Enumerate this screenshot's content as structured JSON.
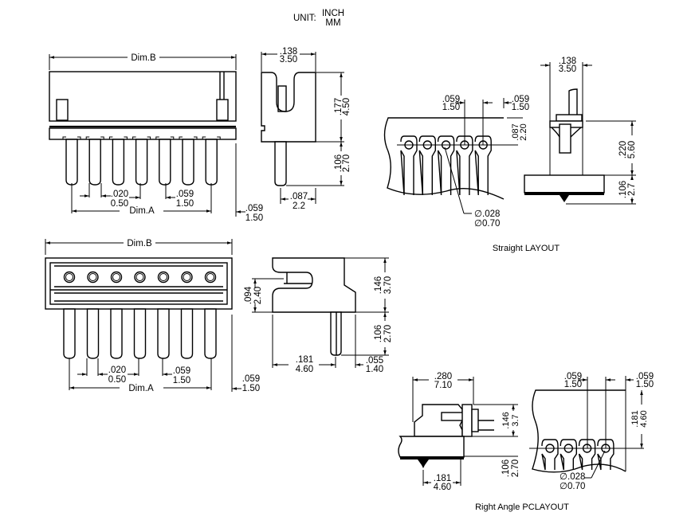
{
  "units": {
    "label": "UNIT:",
    "primary": "INCH",
    "secondary": "MM"
  },
  "top_front_view": {
    "dim_b": "Dim.B",
    "dim_a": "Dim.A",
    "pin_width": {
      "inch": ".020",
      "mm": "0.50"
    },
    "pitch": {
      "inch": ".059",
      "mm": "1.50"
    },
    "edge_offset": {
      "inch": ".059",
      "mm": "1.50"
    },
    "pin_count": 7
  },
  "top_side_view": {
    "width": {
      "inch": ".138",
      "mm": "3.50"
    },
    "body_height": {
      "inch": ".177",
      "mm": "4.50"
    },
    "pin_length": {
      "inch": ".106",
      "mm": "2.70"
    },
    "pin_offset": {
      "inch": ".087",
      "mm": "2.2"
    }
  },
  "straight_layout": {
    "caption": "Straight LAYOUT",
    "pitch": {
      "inch": ".059",
      "mm": "1.50"
    },
    "edge_offset": {
      "inch": ".059",
      "mm": "1.50"
    },
    "row_offset": {
      "inch": ".087",
      "mm": "2.20"
    },
    "hole_diameter": {
      "inch": "∅.028",
      "mm": "∅0.70"
    },
    "pad_count": 5
  },
  "straight_mount_view": {
    "width": {
      "inch": ".138",
      "mm": "3.50"
    },
    "height": {
      "inch": ".220",
      "mm": "5.60"
    },
    "pin_length": {
      "inch": ".106",
      "mm": "2.7"
    }
  },
  "bottom_front_view": {
    "dim_b": "Dim.B",
    "dim_a": "Dim.A",
    "pin_width": {
      "inch": ".020",
      "mm": "0.50"
    },
    "pitch": {
      "inch": ".059",
      "mm": "1.50"
    },
    "edge_offset": {
      "inch": ".059",
      "mm": "1.50"
    },
    "pin_count": 7
  },
  "bottom_side_view": {
    "slot_height": {
      "inch": ".094",
      "mm": "2.40"
    },
    "body_height": {
      "inch": ".146",
      "mm": "3.70"
    },
    "pin_length": {
      "inch": ".106",
      "mm": "2.70"
    },
    "pin_offset": {
      "inch": ".181",
      "mm": "4.60"
    },
    "pin_edge": {
      "inch": ".055",
      "mm": "1.40"
    }
  },
  "right_angle_mount_view": {
    "length": {
      "inch": ".280",
      "mm": "7.10"
    },
    "height": {
      "inch": ".146",
      "mm": "3.7"
    },
    "pin_length": {
      "inch": ".106",
      "mm": "2.70"
    },
    "pin_offset": {
      "inch": ".181",
      "mm": "4.60"
    }
  },
  "right_angle_layout": {
    "caption": "Right Angle PCLAYOUT",
    "pitch": {
      "inch": ".059",
      "mm": "1.50"
    },
    "edge_offset": {
      "inch": ".059",
      "mm": "1.50"
    },
    "row_offset": {
      "inch": ".181",
      "mm": "4.60"
    },
    "hole_diameter": {
      "inch": "∅.028",
      "mm": "∅0.70"
    },
    "pad_count": 4
  }
}
